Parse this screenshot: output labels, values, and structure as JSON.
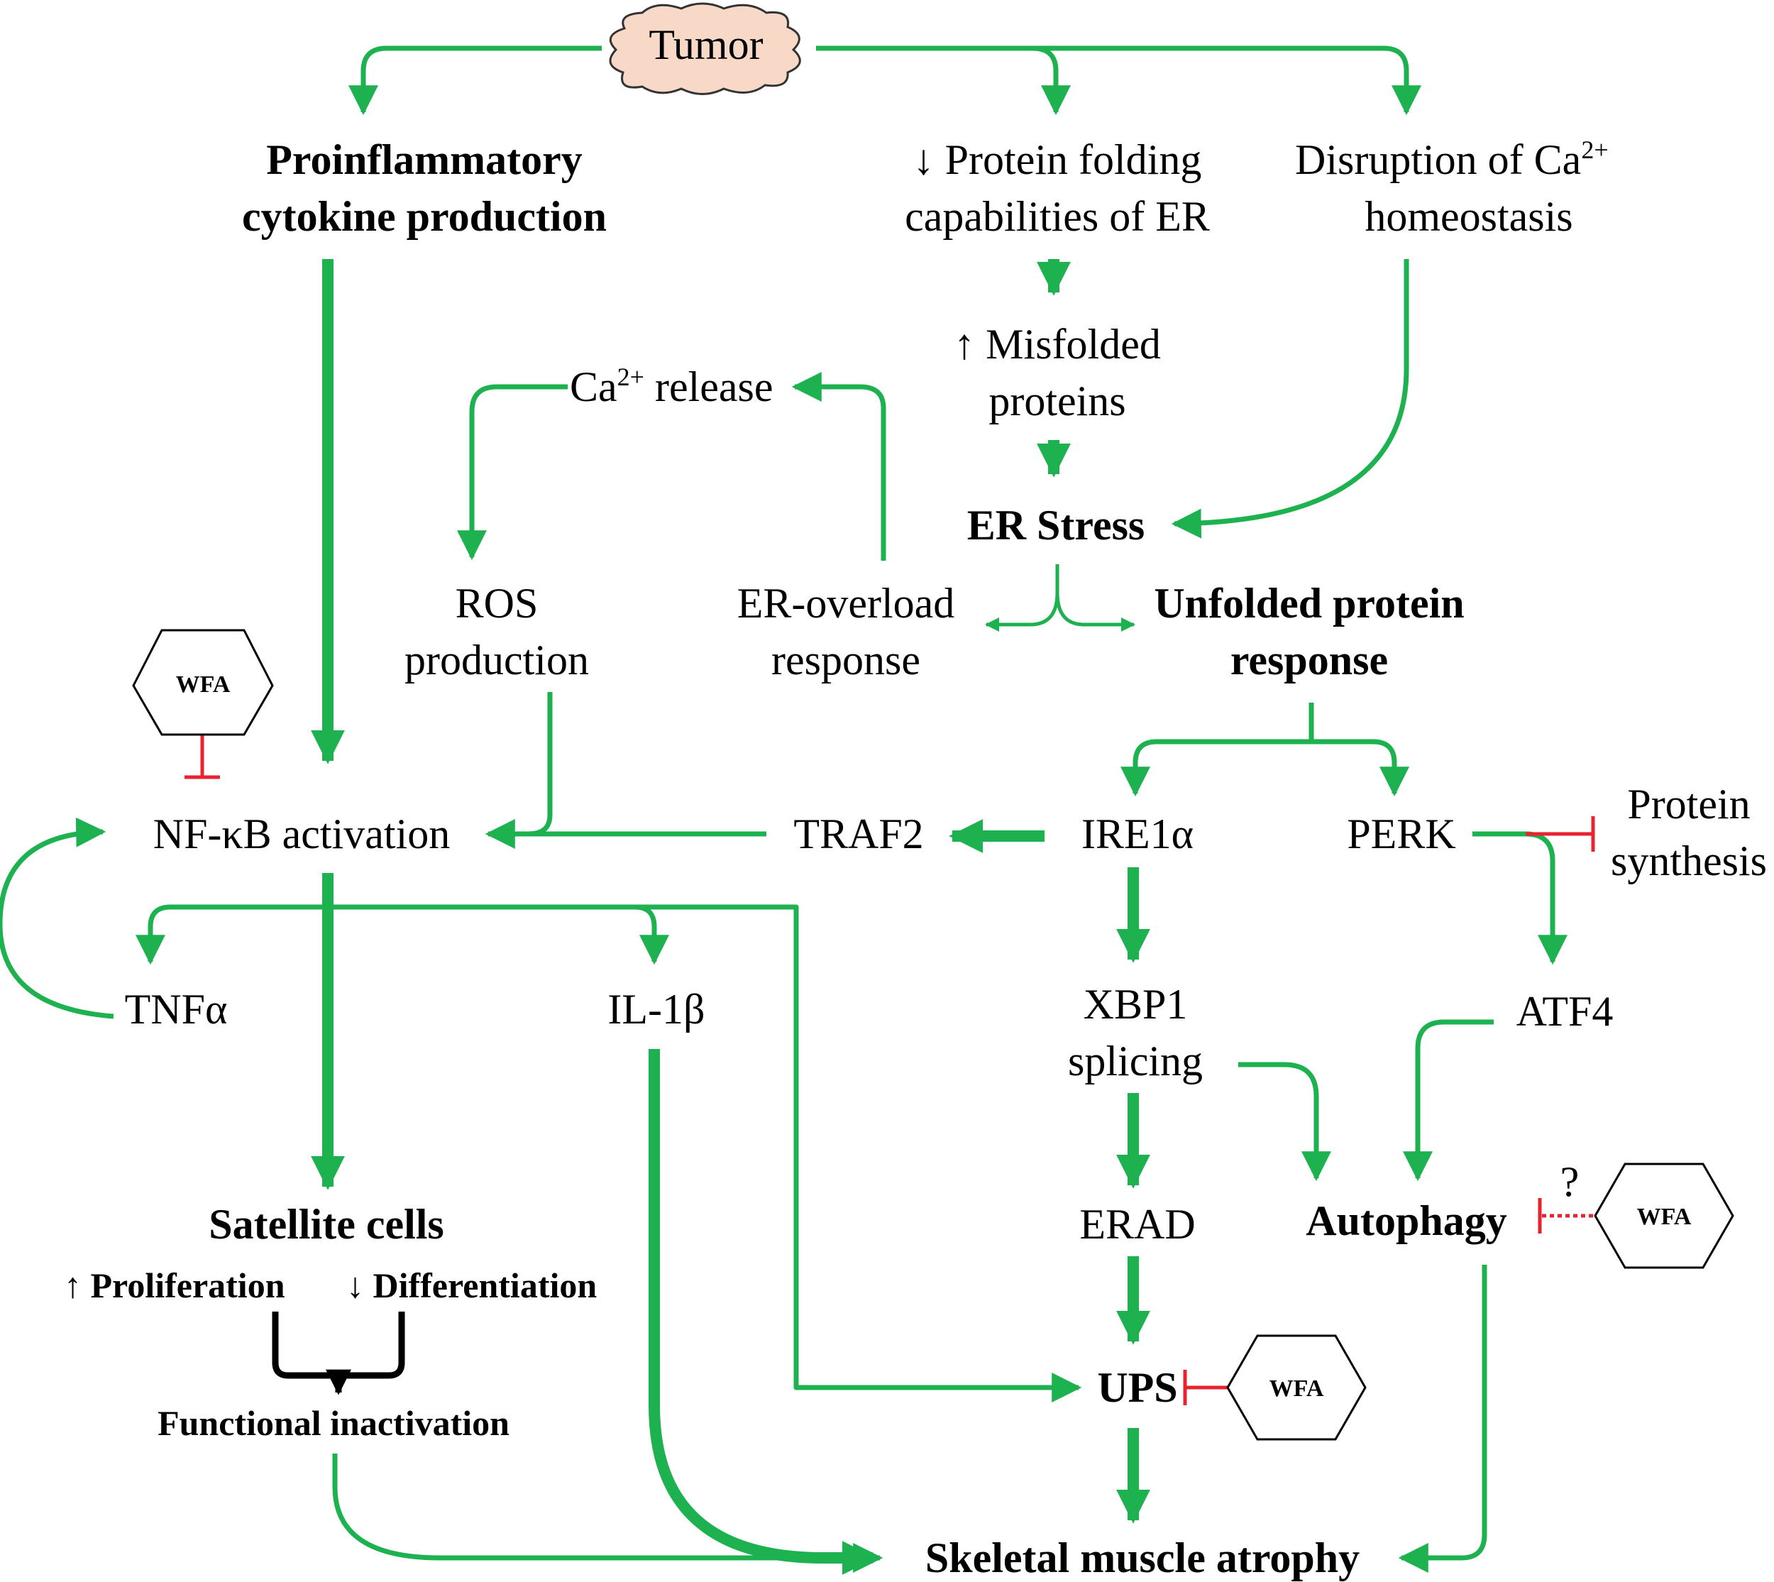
{
  "colors": {
    "activation_arrow": "#1db14f",
    "inhibition": "#e8232f",
    "tumor_cloud_fill": "#f8d9c8",
    "text": "#000000"
  },
  "nodes": {
    "tumor": "Tumor",
    "cytokine_production": [
      "Proinflammatory",
      "cytokine production"
    ],
    "protein_folding": [
      "↓ Protein folding",
      "capabilities of ER"
    ],
    "ca_homeostasis": {
      "line1_pre": "Disruption of Ca",
      "line1_sup": "2+",
      "line2": "homeostasis"
    },
    "misfolded_proteins": [
      "↑ Misfolded",
      "proteins"
    ],
    "ca_release": {
      "pre": "Ca",
      "sup": "2+",
      "post": " release"
    },
    "er_stress": "ER Stress",
    "ros_production": [
      "ROS",
      "production"
    ],
    "er_overload_response": [
      "ER-overload",
      "response"
    ],
    "unfolded_protein_response": [
      "Unfolded protein",
      "response"
    ],
    "nfkb_activation": "NF-κB activation",
    "traf2": "TRAF2",
    "ire1a": "IRE1α",
    "perk": "PERK",
    "protein_synthesis": [
      "Protein",
      "synthesis"
    ],
    "tnfa": "TNFα",
    "il1b": "IL-1β",
    "xbp1_splicing": [
      "XBP1",
      "splicing"
    ],
    "atf4": "ATF4",
    "erad": "ERAD",
    "autophagy": "Autophagy",
    "satellite_cells": "Satellite cells",
    "proliferation": "↑ Proliferation",
    "differentiation": "↓ Differentiation",
    "functional_inactivation": "Functional inactivation",
    "ups": "UPS",
    "skeletal_muscle_atrophy": "Skeletal muscle atrophy"
  },
  "inhibitors": {
    "wfa_nfkb": "WFA",
    "wfa_autophagy": "WFA",
    "wfa_ups": "WFA",
    "uncertain_mark": "?"
  },
  "edges": [
    {
      "from": "tumor",
      "to": "cytokine_production",
      "type": "activation"
    },
    {
      "from": "tumor",
      "to": "protein_folding",
      "type": "activation"
    },
    {
      "from": "tumor",
      "to": "ca_homeostasis",
      "type": "activation"
    },
    {
      "from": "cytokine_production",
      "to": "nfkb_activation",
      "type": "activation"
    },
    {
      "from": "protein_folding",
      "to": "misfolded_proteins",
      "type": "activation"
    },
    {
      "from": "misfolded_proteins",
      "to": "er_stress",
      "type": "activation"
    },
    {
      "from": "ca_homeostasis",
      "to": "er_stress",
      "type": "activation"
    },
    {
      "from": "er_stress",
      "to": "er_overload_response",
      "type": "activation"
    },
    {
      "from": "er_stress",
      "to": "unfolded_protein_response",
      "type": "activation"
    },
    {
      "from": "er_overload_response",
      "to": "ca_release",
      "type": "activation"
    },
    {
      "from": "ca_release",
      "to": "ros_production",
      "type": "activation"
    },
    {
      "from": "ros_production",
      "to": "nfkb_activation",
      "type": "activation"
    },
    {
      "from": "unfolded_protein_response",
      "to": "ire1a",
      "type": "activation"
    },
    {
      "from": "unfolded_protein_response",
      "to": "perk",
      "type": "activation"
    },
    {
      "from": "ire1a",
      "to": "traf2",
      "type": "activation"
    },
    {
      "from": "traf2",
      "to": "nfkb_activation",
      "type": "activation"
    },
    {
      "from": "perk",
      "to": "protein_synthesis",
      "type": "inhibition"
    },
    {
      "from": "perk",
      "to": "atf4",
      "type": "activation"
    },
    {
      "from": "ire1a",
      "to": "xbp1_splicing",
      "type": "activation"
    },
    {
      "from": "xbp1_splicing",
      "to": "erad",
      "type": "activation"
    },
    {
      "from": "xbp1_splicing",
      "to": "autophagy",
      "type": "activation"
    },
    {
      "from": "atf4",
      "to": "autophagy",
      "type": "activation"
    },
    {
      "from": "erad",
      "to": "ups",
      "type": "activation"
    },
    {
      "from": "nfkb_activation",
      "to": "tnfa",
      "type": "activation"
    },
    {
      "from": "nfkb_activation",
      "to": "il1b",
      "type": "activation"
    },
    {
      "from": "nfkb_activation",
      "to": "ups",
      "type": "activation"
    },
    {
      "from": "tnfa",
      "to": "nfkb_activation",
      "type": "activation"
    },
    {
      "from": "nfkb_activation",
      "to": "satellite_cells",
      "type": "activation"
    },
    {
      "from": "satellite_cells",
      "to": "functional_inactivation",
      "type": "activation"
    },
    {
      "from": "functional_inactivation",
      "to": "skeletal_muscle_atrophy",
      "type": "activation"
    },
    {
      "from": "il1b",
      "to": "skeletal_muscle_atrophy",
      "type": "activation"
    },
    {
      "from": "ups",
      "to": "skeletal_muscle_atrophy",
      "type": "activation"
    },
    {
      "from": "autophagy",
      "to": "skeletal_muscle_atrophy",
      "type": "activation"
    },
    {
      "from": "wfa_nfkb",
      "to": "nfkb_activation",
      "type": "inhibition"
    },
    {
      "from": "wfa_ups",
      "to": "ups",
      "type": "inhibition"
    },
    {
      "from": "wfa_autophagy",
      "to": "autophagy",
      "type": "inhibition",
      "style": "dotted",
      "label": "?"
    }
  ]
}
